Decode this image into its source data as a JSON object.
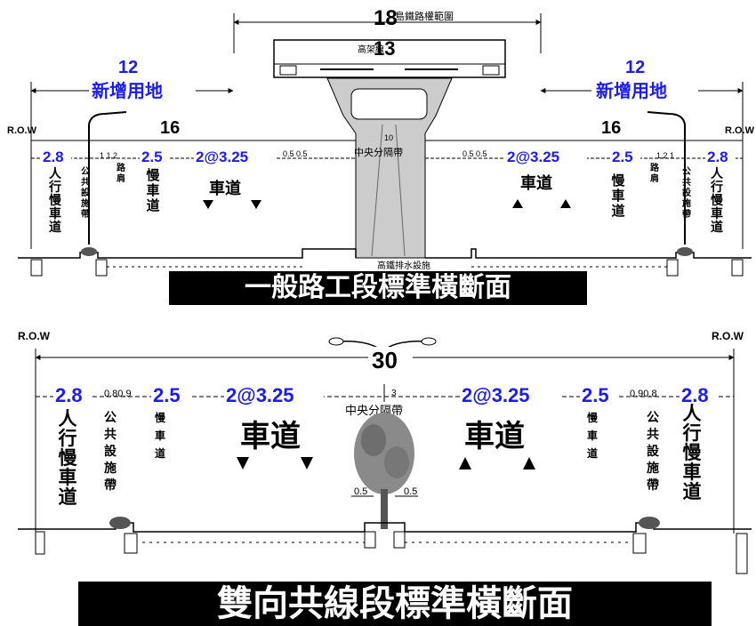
{
  "top": {
    "width_total": "18",
    "width_total_note": "島鐵路權範圍",
    "viaduct_width": "13",
    "viaduct_label": "高架線",
    "new_land_width": "12",
    "new_land_label": "新增用地",
    "road_width": "16",
    "row_label": "R.O.W",
    "sidewalk_width": "2.8",
    "slow_lane_width": "2.5",
    "lane_width": "2@3.25",
    "small_dims_left": "1 1.2",
    "small_dims_right": "1.2 1",
    "median_small_left": "0.5 0.5",
    "median_small_right": "0.5 0.5",
    "median_width": "10",
    "median_label": "中央分隔帶",
    "sidewalk_label": "人行慢車道",
    "utility_label": "公共設施帶",
    "curb_label": "路肩",
    "slow_lane_label": "慢車道",
    "lane_label": "車道",
    "drain_label": "高鐵排水設施",
    "title": "一般路工段標準橫斷面"
  },
  "bottom": {
    "row_label": "R.O.W",
    "total_width": "30",
    "sidewalk_width": "2.8",
    "utility_dims_left": "0.80.9",
    "utility_dims_right": "0.90.8",
    "slow_lane_width": "2.5",
    "lane_width": "2@3.25",
    "median_width": "3",
    "median_label": "中央分隔帶",
    "median_sub": "0.5",
    "sidewalk_label": "人行慢車道",
    "utility_label": "公共設施帶",
    "slow_lane_label": "慢車道",
    "lane_label": "車道",
    "title": "雙向共線段標準橫斷面"
  }
}
